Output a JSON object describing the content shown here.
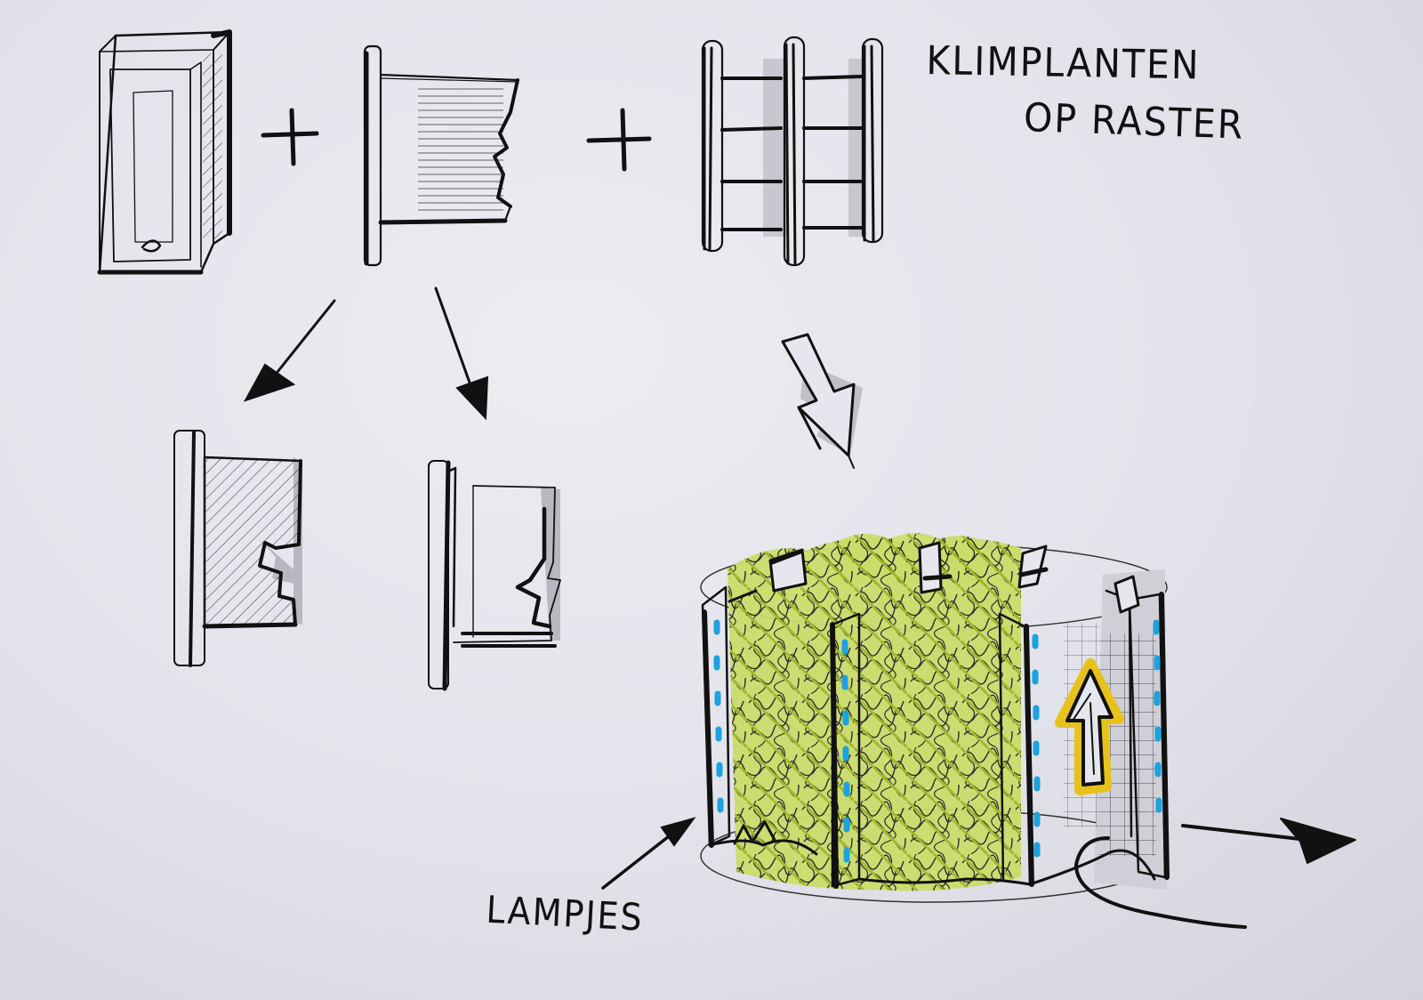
{
  "title": {
    "line1": "KLIMPLANTEN",
    "line2": "OP RASTER"
  },
  "annotations": {
    "lamps": "LAMPJES"
  },
  "colors": {
    "paper": "#e6e6ee",
    "ink": "#111111",
    "plant_green": "#a9c43a",
    "lamp_blue": "#1aa3e0",
    "arrow_yellow": "#e8c21c",
    "shadow_grey": "#bcbcc4"
  },
  "diagram": {
    "components": [
      "frame-box",
      "panel-with-notch",
      "vertical-grid-trellis"
    ],
    "operators": [
      "+",
      "+"
    ],
    "variants": [
      "panel-variant-hatched",
      "panel-variant-open"
    ],
    "result": "cylindrical-planter-with-climbing-plants",
    "icons": [
      "plus-sign-icon",
      "down-arrow-icon",
      "up-arrow-icon",
      "rotation-arrow-icon"
    ]
  }
}
